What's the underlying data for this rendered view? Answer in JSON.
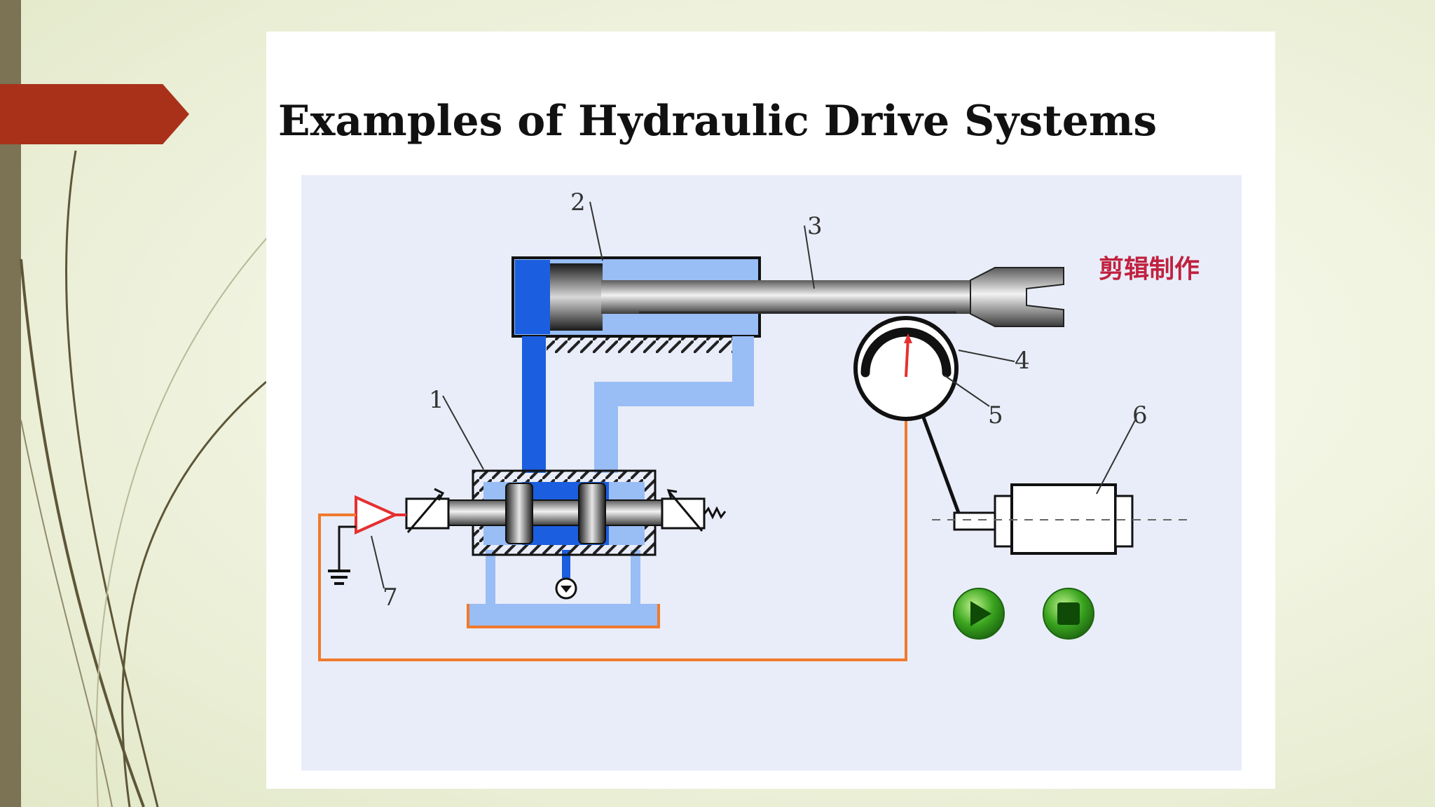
{
  "slide": {
    "title": "Examples of Hydraulic Drive Systems"
  },
  "diagram": {
    "callouts": [
      "1",
      "2",
      "3",
      "4",
      "5",
      "6",
      "7"
    ],
    "watermark": "剪辑制作",
    "controls": {
      "play_icon": "play-icon",
      "stop_icon": "stop-icon"
    }
  },
  "colors": {
    "accent_arrow": "#a9311a",
    "side_bar": "#7b7354",
    "oil_light": "#99bdf5",
    "oil_dark": "#1b5edf",
    "signal_line": "#f07a2d",
    "amplifier": "#e53030",
    "button_green": "#3aa51f"
  }
}
